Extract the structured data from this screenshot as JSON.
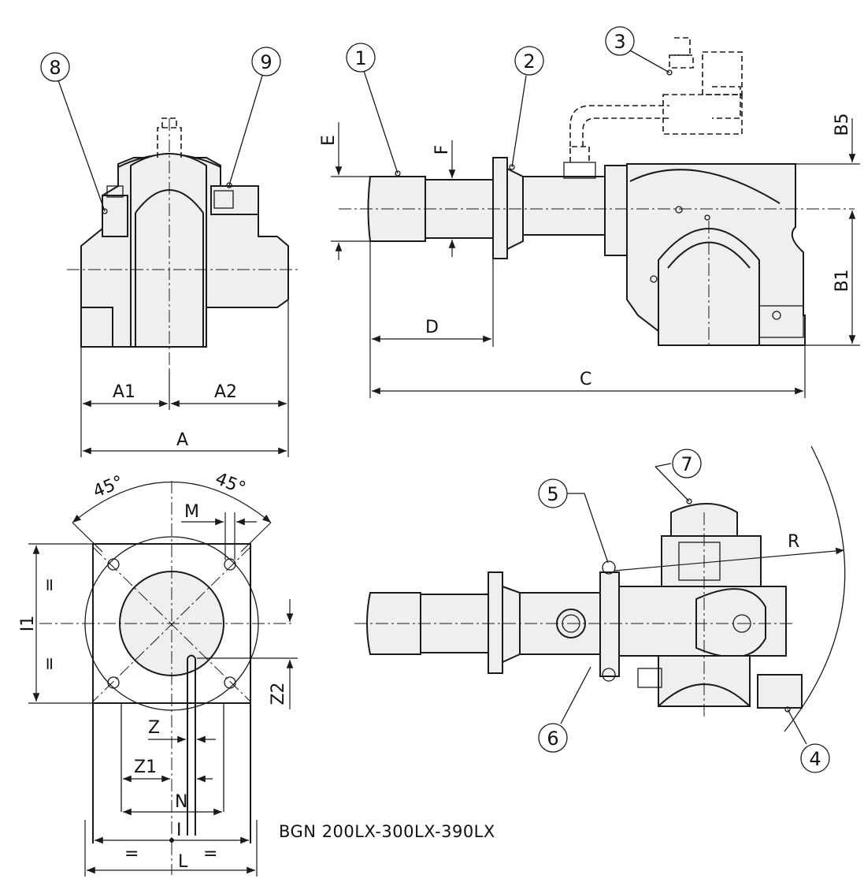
{
  "drawing": {
    "title": "BGN 200LX-300LX-390LX",
    "dimensions": [
      "A",
      "A1",
      "A2",
      "B1",
      "B5",
      "C",
      "D",
      "E",
      "F",
      "I",
      "I1",
      "L",
      "M",
      "N",
      "R",
      "Z",
      "Z1",
      "Z2"
    ],
    "angle_label": "45°",
    "equal_mark": "=",
    "callouts": [
      "1",
      "2",
      "3",
      "4",
      "5",
      "6",
      "7",
      "8",
      "9"
    ]
  }
}
